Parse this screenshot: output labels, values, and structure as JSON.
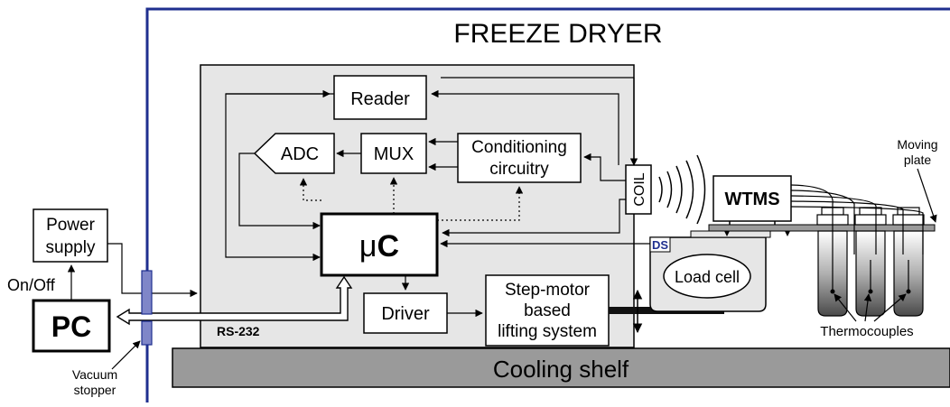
{
  "title": "FREEZE DRYER",
  "blocks": {
    "reader": "Reader",
    "adc": "ADC",
    "mux": "MUX",
    "conditioning_line1": "Conditioning",
    "conditioning_line2": "circuitry",
    "coil": "COIL",
    "wtms": "WTMS",
    "microcontroller_mu": "μ",
    "microcontroller_c": "C",
    "ds": "DS",
    "load_cell": "Load cell",
    "driver": "Driver",
    "stepmotor_line1": "Step-motor",
    "stepmotor_line2": "based",
    "stepmotor_line3": "lifting system",
    "power_line1": "Power",
    "power_line2": "supply",
    "pc": "PC"
  },
  "labels": {
    "on_off": "On/Off",
    "rs232": "RS-232",
    "cooling_shelf": "Cooling shelf",
    "vacuum_line1": "Vacuum",
    "vacuum_line2": "stopper",
    "moving_line1": "Moving",
    "moving_line2": "plate",
    "thermocouples": "Thermocouples"
  },
  "colors": {
    "chamber_wall": "#1f2f8f",
    "panel_fill": "#e6e6e6",
    "shelf_fill": "#9a9a9a",
    "stopper_fill": "#7f86c8",
    "ds_text": "#1f2f8f"
  }
}
